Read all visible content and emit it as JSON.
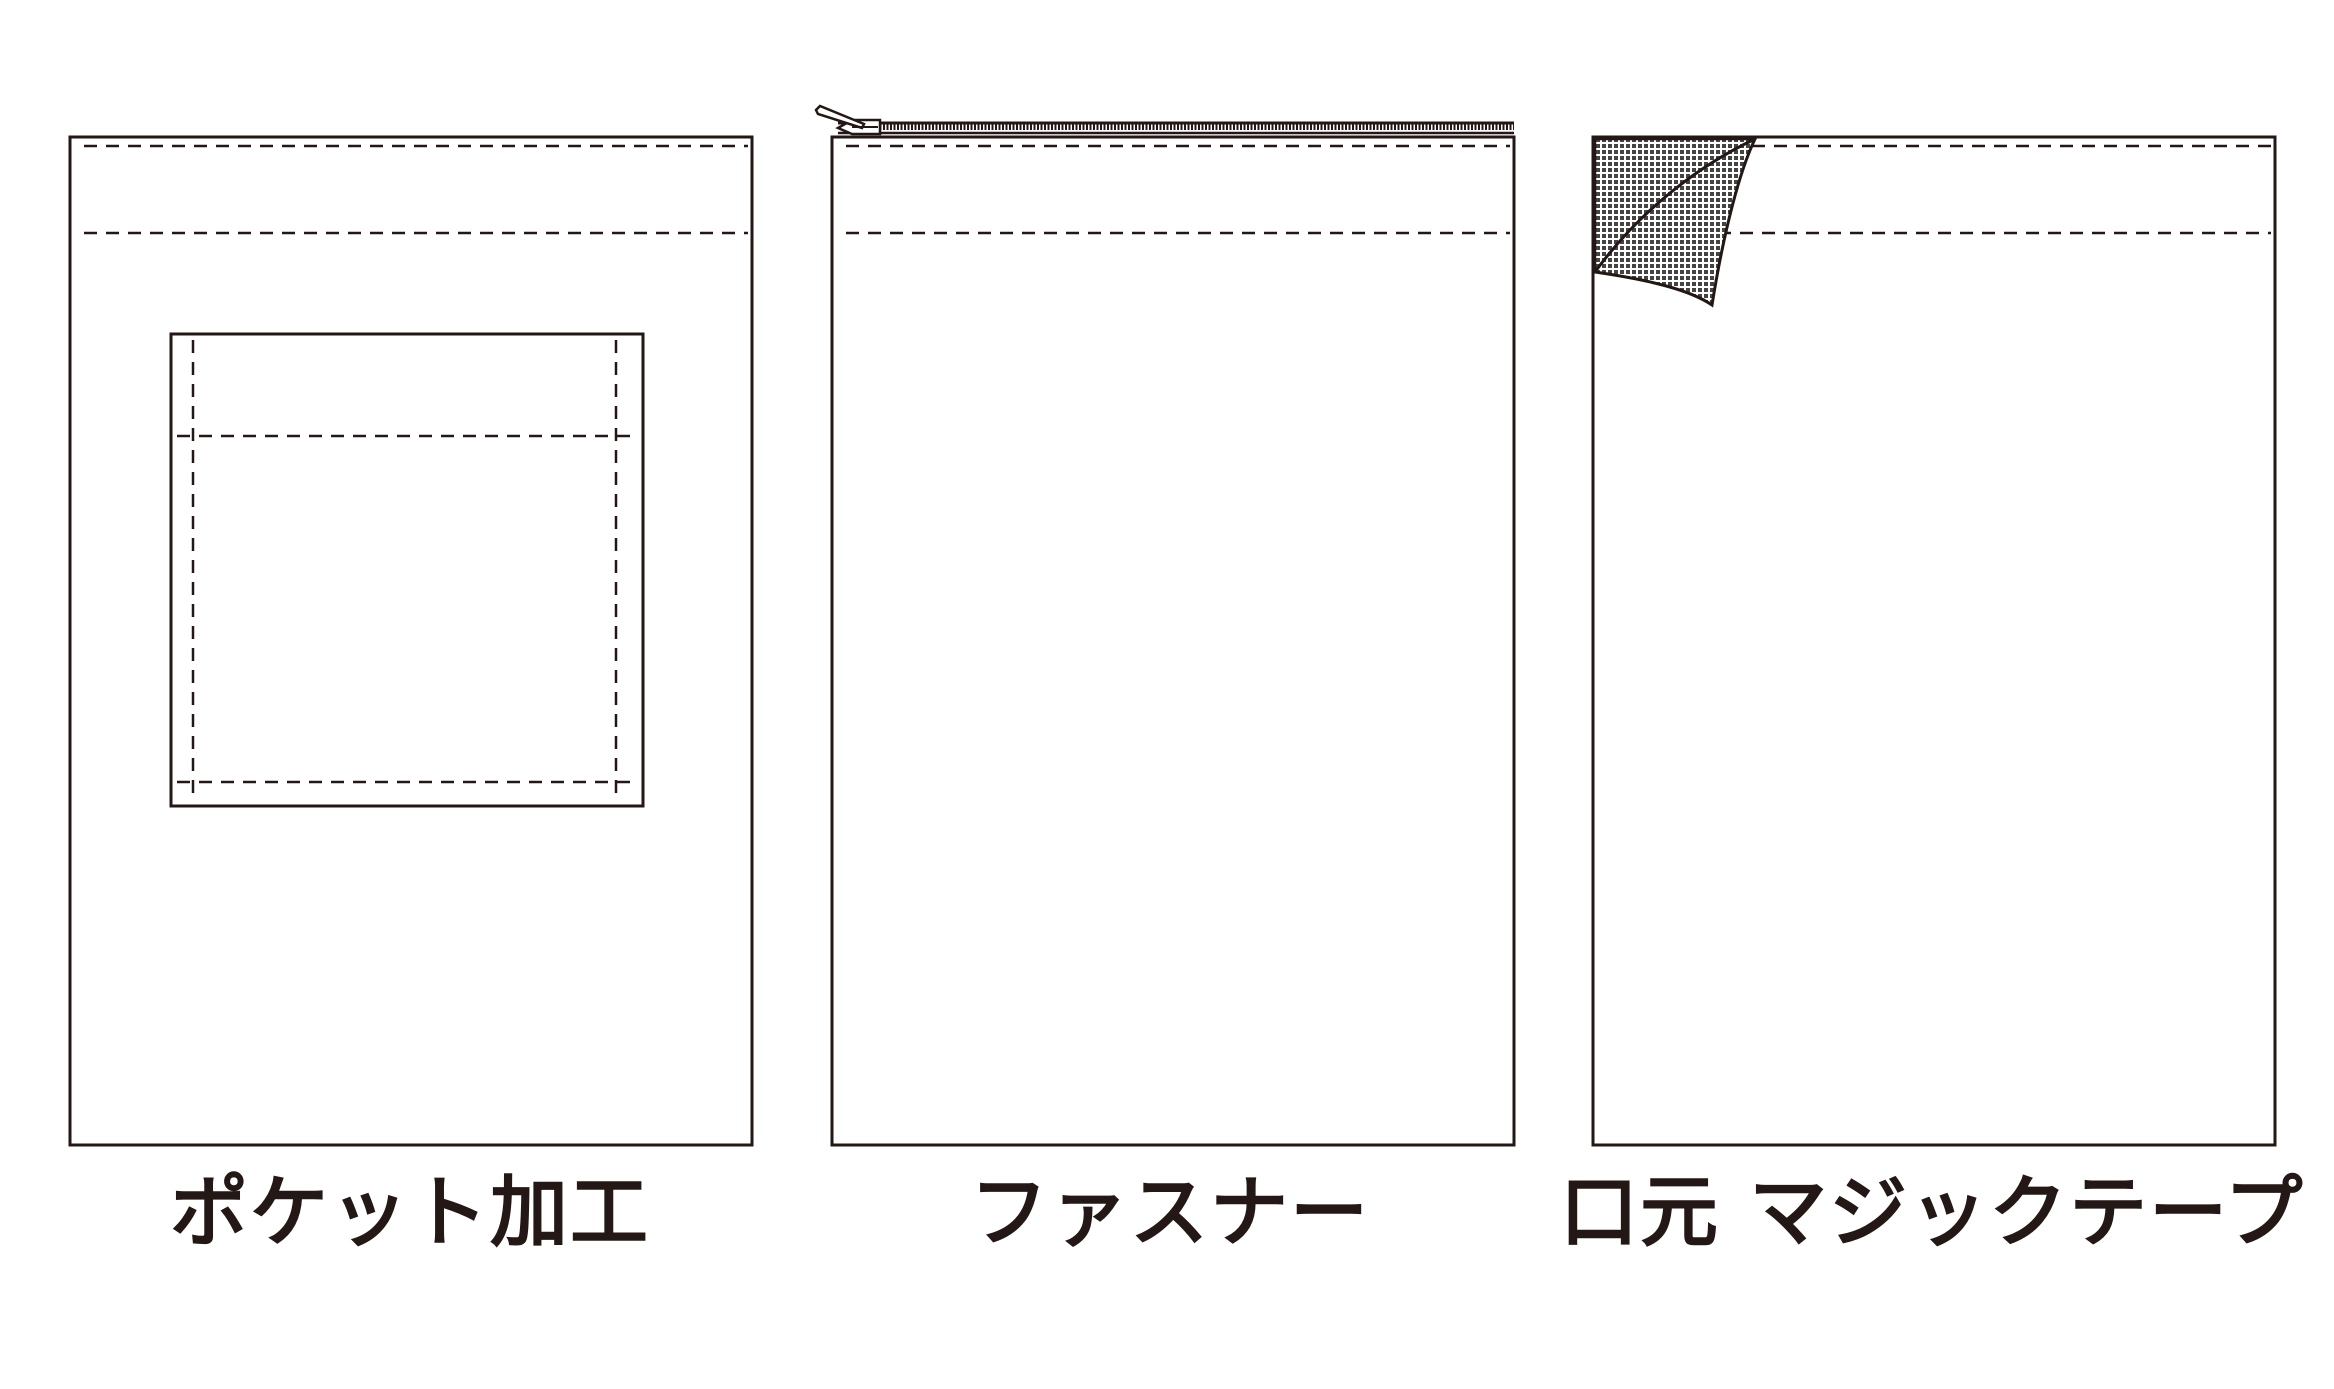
{
  "panels": [
    {
      "caption": "ポケット加工",
      "feature": "pocket"
    },
    {
      "caption": "ファスナー",
      "feature": "zipper"
    },
    {
      "caption": "口元 マジックテープ",
      "feature": "hook-and-loop-fastener"
    }
  ],
  "colors": {
    "line": "#231815",
    "background": "#ffffff",
    "hook_loop_fill": "#555555"
  }
}
